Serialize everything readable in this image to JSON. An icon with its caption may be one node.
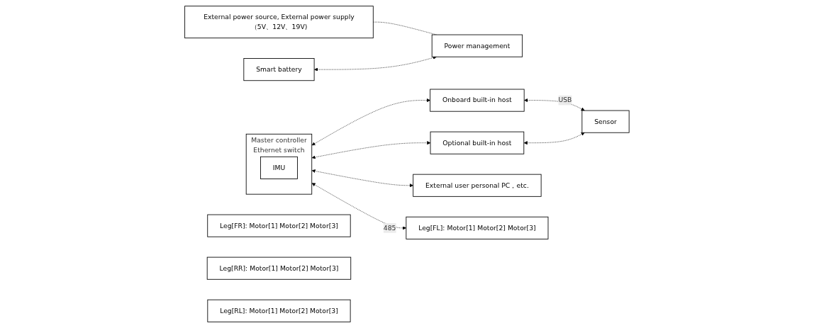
{
  "diagram": {
    "nodes": [
      {
        "text": [
          "External power source, External power supply（5V、12V、19V)"
        ]
      },
      {
        "text": [
          "Smart battery"
        ]
      },
      {
        "text": [
          "Power management"
        ]
      },
      {
        "text": [
          "Onboard built-in host"
        ]
      },
      {
        "text": [
          "Sensor"
        ]
      },
      {
        "text": [
          "Master controller",
          "Ethernet switch"
        ]
      },
      {
        "text": [
          "IMU"
        ],
        "in": 5
      },
      {
        "text": [
          "Optional built-in host"
        ]
      },
      {
        "text": [
          "External user personal PC，etc."
        ]
      },
      {
        "text": [
          "Leg[FR]: Motor[1] Motor[2] Motor[3]"
        ]
      },
      {
        "text": [
          "Leg[FL]: Motor[1] Motor[2] Motor[3]"
        ]
      },
      {
        "text": [
          "Leg[RR]: Motor[1] Motor[2] Motor[3]"
        ]
      },
      {
        "text": [
          "Leg[RL]: Motor[1] Motor[2] Motor[3]"
        ]
      }
    ],
    "edges": [
      {
        "from": 0,
        "to": 2,
        "arrow": "none",
        "style": "dashed"
      },
      {
        "from": 1,
        "to": 2,
        "arrow": "both",
        "style": "dashed"
      },
      {
        "from": 5,
        "to": 3,
        "arrow": "both",
        "style": "dashed"
      },
      {
        "from": 5,
        "to": 7,
        "arrow": "both",
        "style": "dashed"
      },
      {
        "from": 5,
        "to": 8,
        "arrow": "both",
        "style": "dashed"
      },
      {
        "from": 3,
        "to": 4,
        "label": "USB",
        "arrow": "both",
        "style": "dashed"
      },
      {
        "from": 7,
        "to": 4,
        "arrow": "both",
        "style": "dashed"
      },
      {
        "from": 5,
        "to": 10,
        "label": "485",
        "arrow": "both",
        "style": "dashed"
      }
    ]
  }
}
